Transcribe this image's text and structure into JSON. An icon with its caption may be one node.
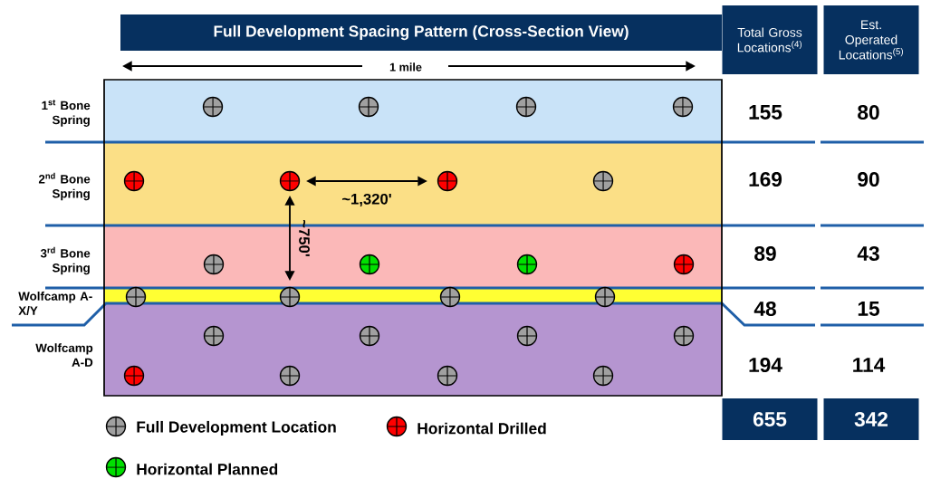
{
  "diagram": {
    "title": "Full Development Spacing Pattern (Cross-Section View)",
    "nodes": [
      {
        "text": [
          "Total Gross Locations$^{(4)}$"
        ]
      },
      {
        "text": [
          "Est. Operated Locations$^{(5)}$"
        ]
      },
      {
        "text": [
          "1$^{st}$ Bone Spring"
        ]
      },
      {
        "text": [],
        "shape": "circle",
        "in": 2
      },
      {
        "text": [],
        "shape": "circle",
        "in": 2
      },
      {
        "text": [],
        "shape": "circle",
        "in": 2
      },
      {
        "text": [],
        "shape": "circle",
        "in": 2
      },
      {
        "text": [
          "2$^{nd}$ Bone Spring"
        ]
      },
      {
        "text": [],
        "shape": "circle",
        "in": 7
      },
      {
        "text": [],
        "shape": "circle",
        "in": 7
      },
      {
        "text": [],
        "shape": "circle",
        "in": 7
      },
      {
        "text": [],
        "shape": "circle",
        "in": 7
      },
      {
        "text": [
          "3$^{rd}$ Bone Spring"
        ]
      },
      {
        "text": [],
        "shape": "circle",
        "in": 12
      },
      {
        "text": [],
        "shape": "circle",
        "in": 12
      },
      {
        "text": [],
        "shape": "circle",
        "in": 12
      },
      {
        "text": [],
        "shape": "circle",
        "in": 12
      },
      {
        "text": [
          "Wolfcamp A-X/Y"
        ]
      },
      {
        "text": [],
        "shape": "circle",
        "in": 17
      },
      {
        "text": [],
        "shape": "circle",
        "in": 17
      },
      {
        "text": [],
        "shape": "circle",
        "in": 17
      },
      {
        "text": [],
        "shape": "circle",
        "in": 17
      },
      {
        "text": [
          "Wolfcamp A-D"
        ]
      },
      {
        "text": [],
        "shape": "circle",
        "in": 22
      },
      {
        "text": [],
        "shape": "circle",
        "in": 22
      },
      {
        "text": [],
        "shape": "circle",
        "in": 22
      },
      {
        "text": [],
        "shape": "circle",
        "in": 22
      },
      {
        "text": [],
        "shape": "circle",
        "in": 22
      },
      {
        "text": [],
        "shape": "circle",
        "in": 22
      },
      {
        "text": [],
        "shape": "circle",
        "in": 22
      },
      {
        "text": [],
        "shape": "circle",
        "in": 22
      },
      {
        "text": [
          "655"
        ]
      },
      {
        "text": [
          "342"
        ]
      }
    ],
    "labels": [
      "1 mile",
      "~1,320'",
      "~750'",
      "155",
      "80",
      "169",
      "90",
      "89",
      "43",
      "48",
      "15",
      "194",
      "114"
    ],
    "legend": [
      {
        "text": "Full Development Location",
        "color": "#a0a0a0"
      },
      {
        "text": "Horizontal Drilled",
        "color": "#ff0000"
      },
      {
        "text": "Horizontal Planned",
        "color": "#00e000"
      }
    ]
  }
}
